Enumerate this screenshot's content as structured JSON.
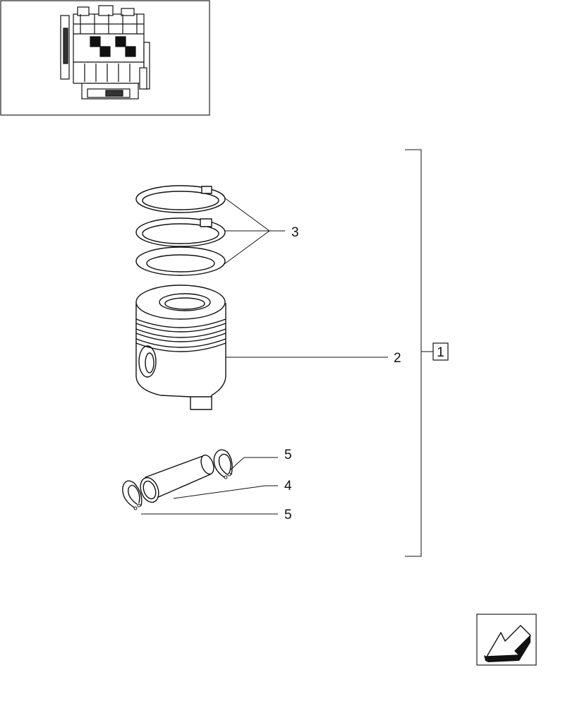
{
  "callouts": {
    "rings": "3",
    "piston": "2",
    "assembly": "1",
    "circlip_top": "5",
    "pin": "4",
    "circlip_bottom": "5"
  },
  "icons": {
    "engine_thumbnail": "engine-overview-icon",
    "navigation": "previous-page-arrow-icon"
  },
  "colors": {
    "ink": "#111111",
    "background": "#ffffff"
  }
}
